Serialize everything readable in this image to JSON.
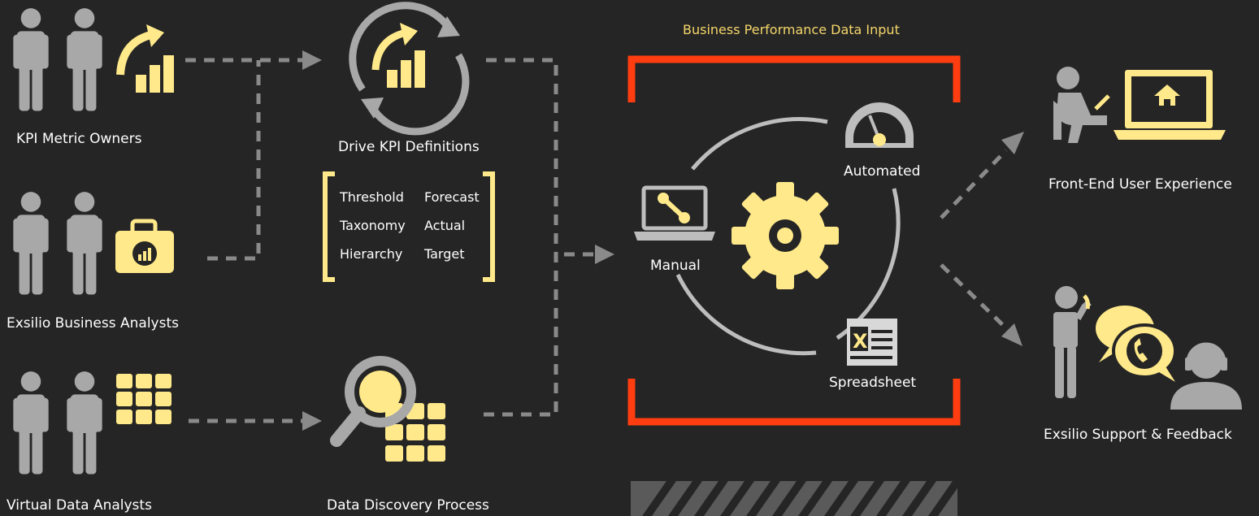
{
  "colors": {
    "background": "#252525",
    "person": "#a8a8a8",
    "accent": "#ffe98a",
    "frame": "#ff3d10",
    "connector": "#8a8a8a",
    "text": "#ffffff",
    "title": "#f5d66a"
  },
  "title": "Business Performance Data Input",
  "left_groups": [
    {
      "label": "KPI Metric Owners",
      "icon": "growth-chart-icon"
    },
    {
      "label": "Exsilio Business Analysts",
      "icon": "briefcase-chart-icon"
    },
    {
      "label": "Virtual Data Analysts",
      "icon": "grid-icon"
    }
  ],
  "middle": {
    "kpi_label": "Drive KPI Definitions",
    "kpi_icon": "refresh-chart-icon",
    "definition_terms": [
      "Threshold",
      "Taxonomy",
      "Hierarchy",
      "Forecast",
      "Actual",
      "Target"
    ],
    "discovery_label": "Data Discovery Process",
    "discovery_icon": "magnifier-grid-icon"
  },
  "input_methods": {
    "manual": "Manual",
    "automated": "Automated",
    "spreadsheet": "Spreadsheet",
    "center_icon": "gear-icon",
    "manual_icon": "laptop-wrench-icon",
    "automated_icon": "gauge-icon",
    "spreadsheet_icon": "excel-icon"
  },
  "outputs": [
    {
      "label": "Front-End User Experience",
      "icon": "user-laptop-icon"
    },
    {
      "label": "Exsilio Support & Feedback",
      "icon": "support-call-icon"
    }
  ]
}
